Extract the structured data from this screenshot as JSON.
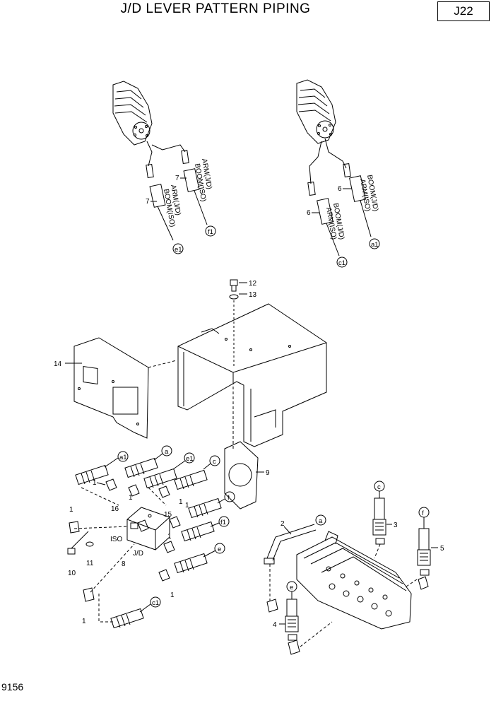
{
  "header": {
    "title": "J/D LEVER PATTERN PIPING",
    "code": "J22"
  },
  "footer": {
    "page_number": "9156"
  },
  "callouts": {
    "n1": "1",
    "n2": "2",
    "n3": "3",
    "n4": "4",
    "n5": "5",
    "n6": "6",
    "n7": "7",
    "n8": "8",
    "n9": "9",
    "n10": "10",
    "n11": "11",
    "n12": "12",
    "n13": "13",
    "n14": "14",
    "n15": "15",
    "n16": "16"
  },
  "tags": {
    "a": "a",
    "a1": "a1",
    "c": "c",
    "c1": "c1",
    "e": "e",
    "e1": "e1",
    "f": "f",
    "f1": "f1"
  },
  "labels": {
    "arm_jd": "ARM(J/D)",
    "boom_iso": "BOOM(ISO)",
    "boom_jd": "BOOM(J/D)",
    "arm_iso": "ARM(ISO)",
    "iso": "ISO",
    "jd": "J/D"
  }
}
